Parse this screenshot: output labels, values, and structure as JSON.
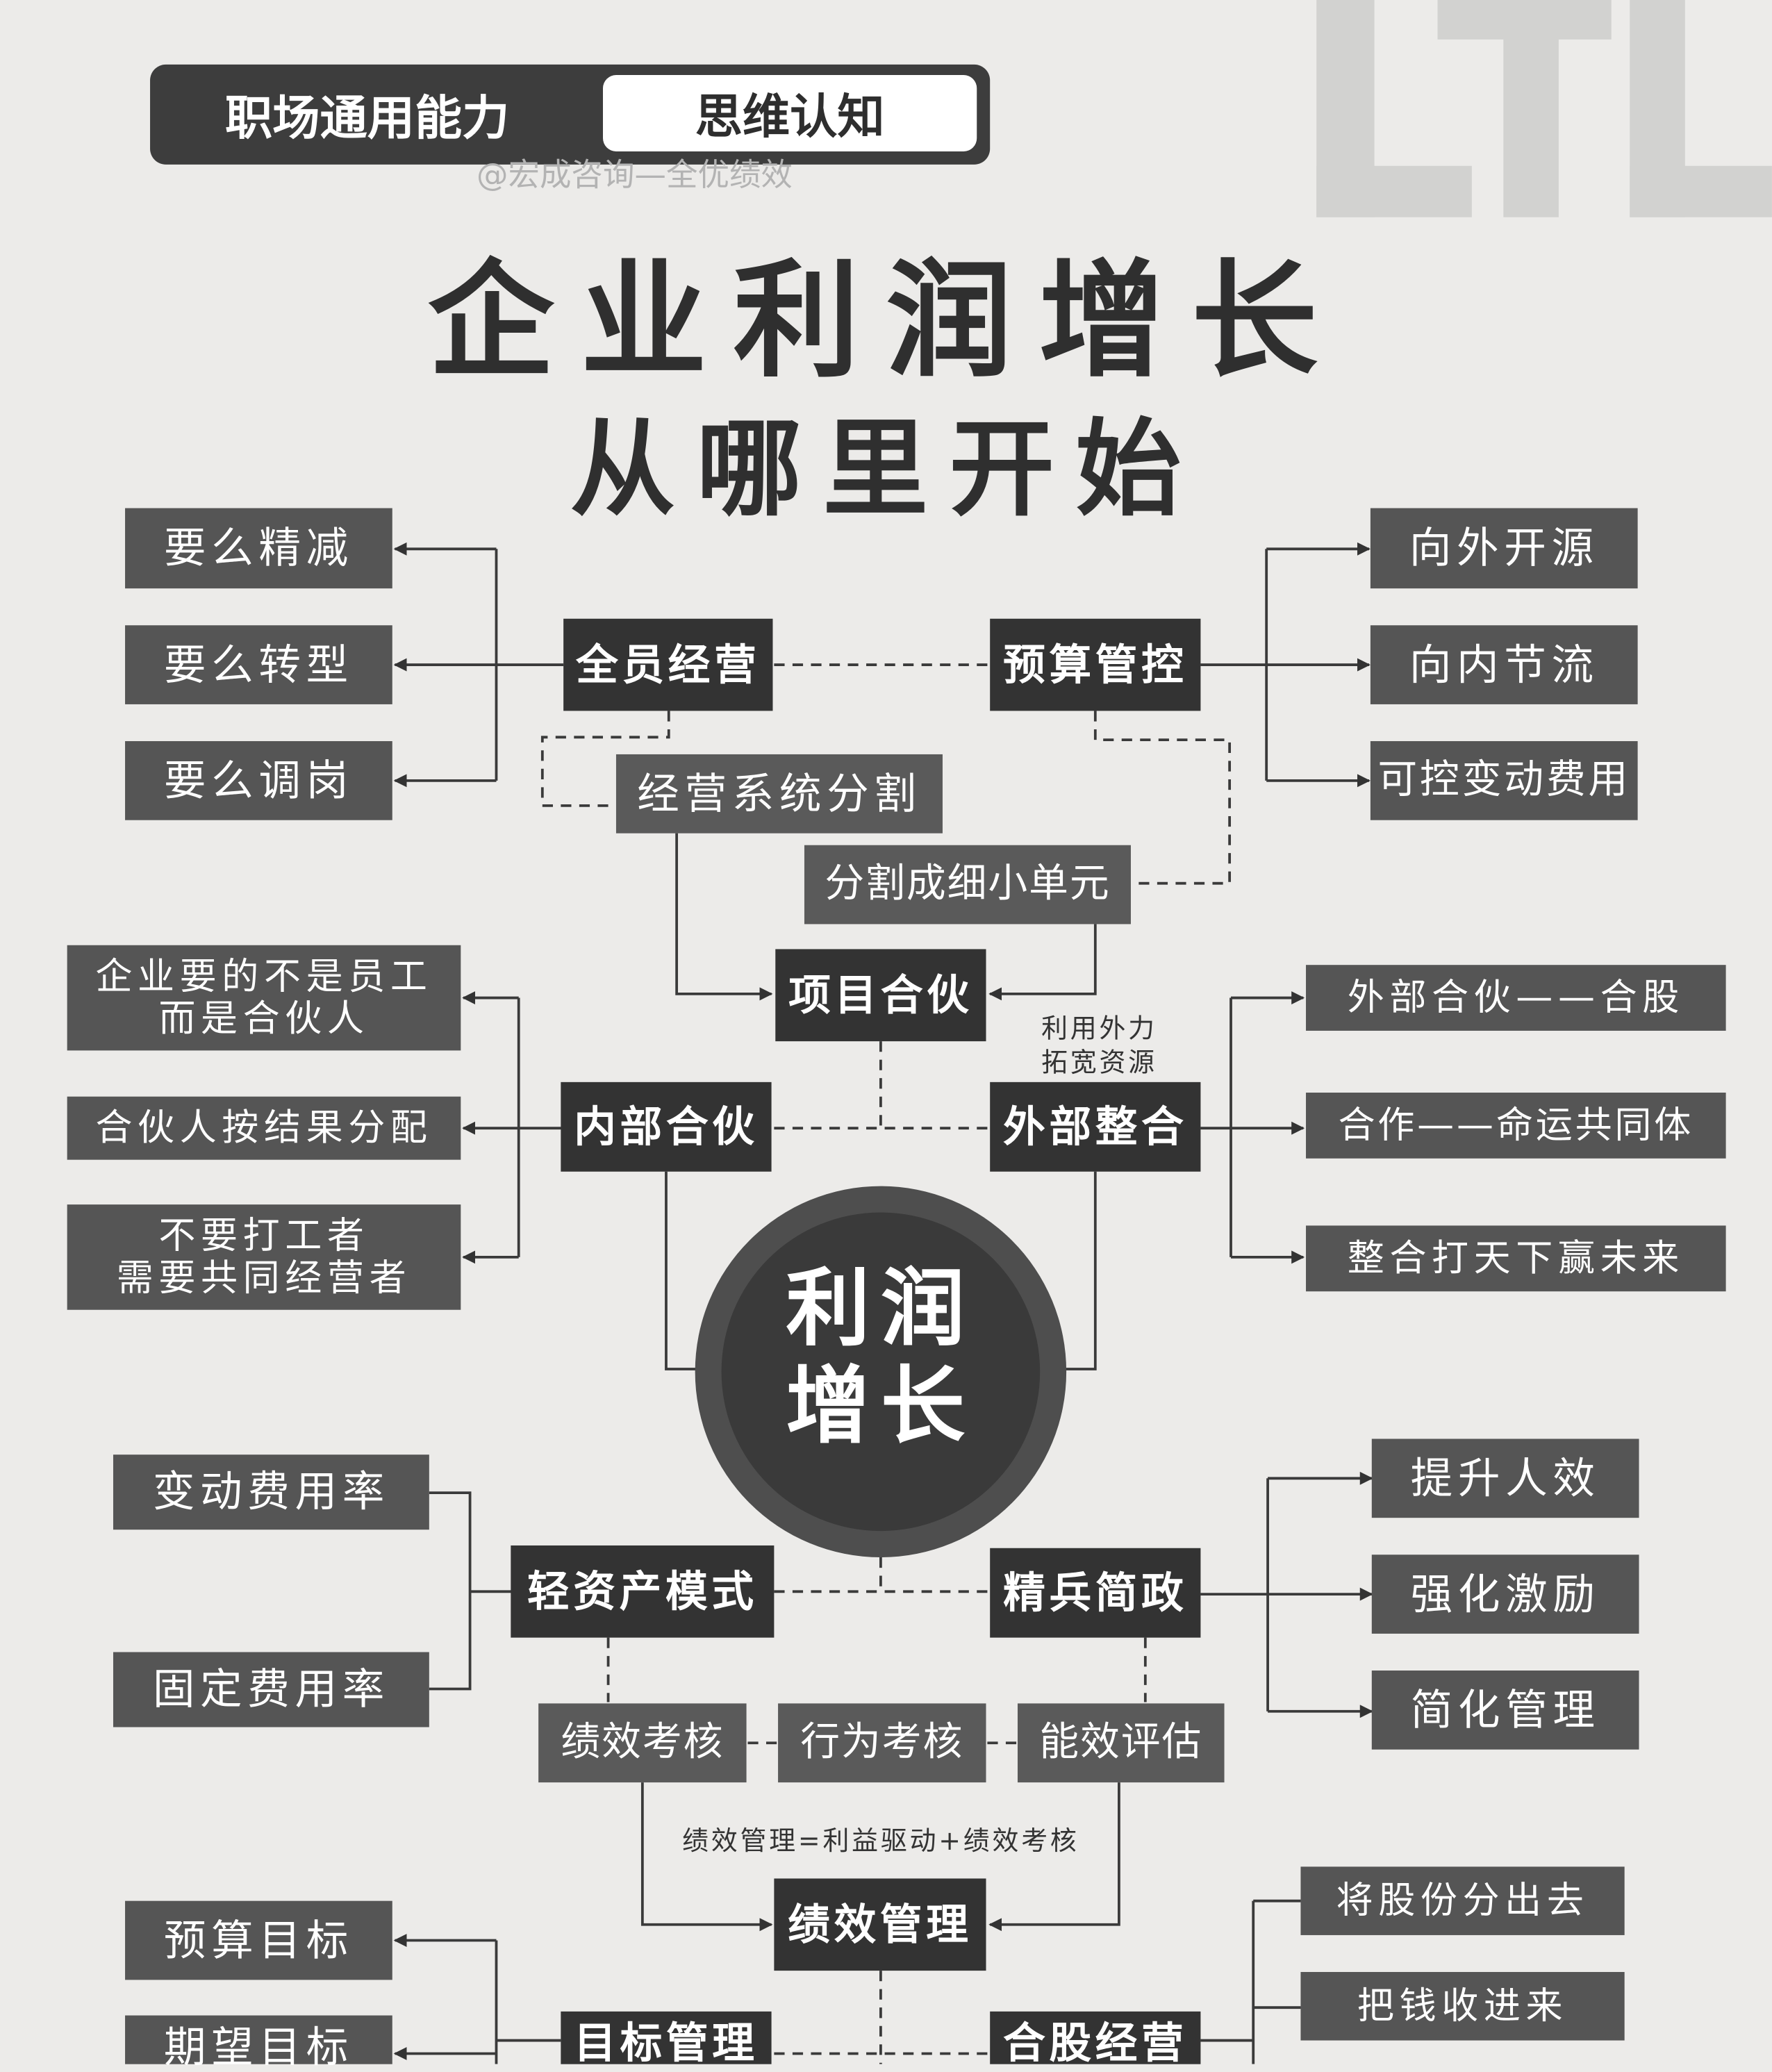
{
  "header": {
    "tag_left": "职场通用能力",
    "tag_right": "思维认知",
    "credit": "@宏成咨询—全优绩效",
    "watermark": "LTL"
  },
  "title": {
    "line1": "企业利润增长",
    "line2": "从哪里开始"
  },
  "hub": {
    "line1": "利润",
    "line2": "增长"
  },
  "nodes": {
    "quanyuan": "全员经营",
    "yusuan": "预算管控",
    "jingying_fenge": "经营系统分割",
    "fenge_xiao": "分割成细小单元",
    "xiangmu": "项目合伙",
    "neibu": "内部合伙",
    "waibu": "外部整合",
    "qingzichan": "轻资产模式",
    "jingbing": "精兵简政",
    "jixiao_kaohe": "绩效考核",
    "xingwei_kaohe": "行为考核",
    "nengxiao": "能效评估",
    "jixiao_guanli": "绩效管理",
    "mubiao": "目标管理",
    "hegu": "合股经营"
  },
  "leaves": {
    "jingjian": "要么精减",
    "zhuanxing": "要么转型",
    "tiaogang": "要么调岗",
    "kaiyuan": "向外开源",
    "jieliu": "向内节流",
    "kekong": "可控变动费用",
    "hehuoren_1": "企业要的不是员工",
    "hehuoren_2": "而是合伙人",
    "fenpei": "合伙人按结果分配",
    "dagong_1": "不要打工者",
    "dagong_2": "需要共同经营者",
    "waibu_hegu": "外部合伙——合股",
    "hezuo": "合作——命运共同体",
    "zhenghe": "整合打天下赢未来",
    "biandong": "变动费用率",
    "guding": "固定费用率",
    "renxiao": "提升人效",
    "jili": "强化激励",
    "jianhua": "简化管理",
    "yusuan_mubiao": "预算目标",
    "qiwang_mubiao": "期望目标",
    "jiang_gufen": "将股份分出去",
    "ba_qian": "把钱收进来"
  },
  "notes": {
    "waili_1": "利用外力",
    "waili_2": "拓宽资源",
    "formula": "绩效管理=利益驱动+绩效考核"
  }
}
